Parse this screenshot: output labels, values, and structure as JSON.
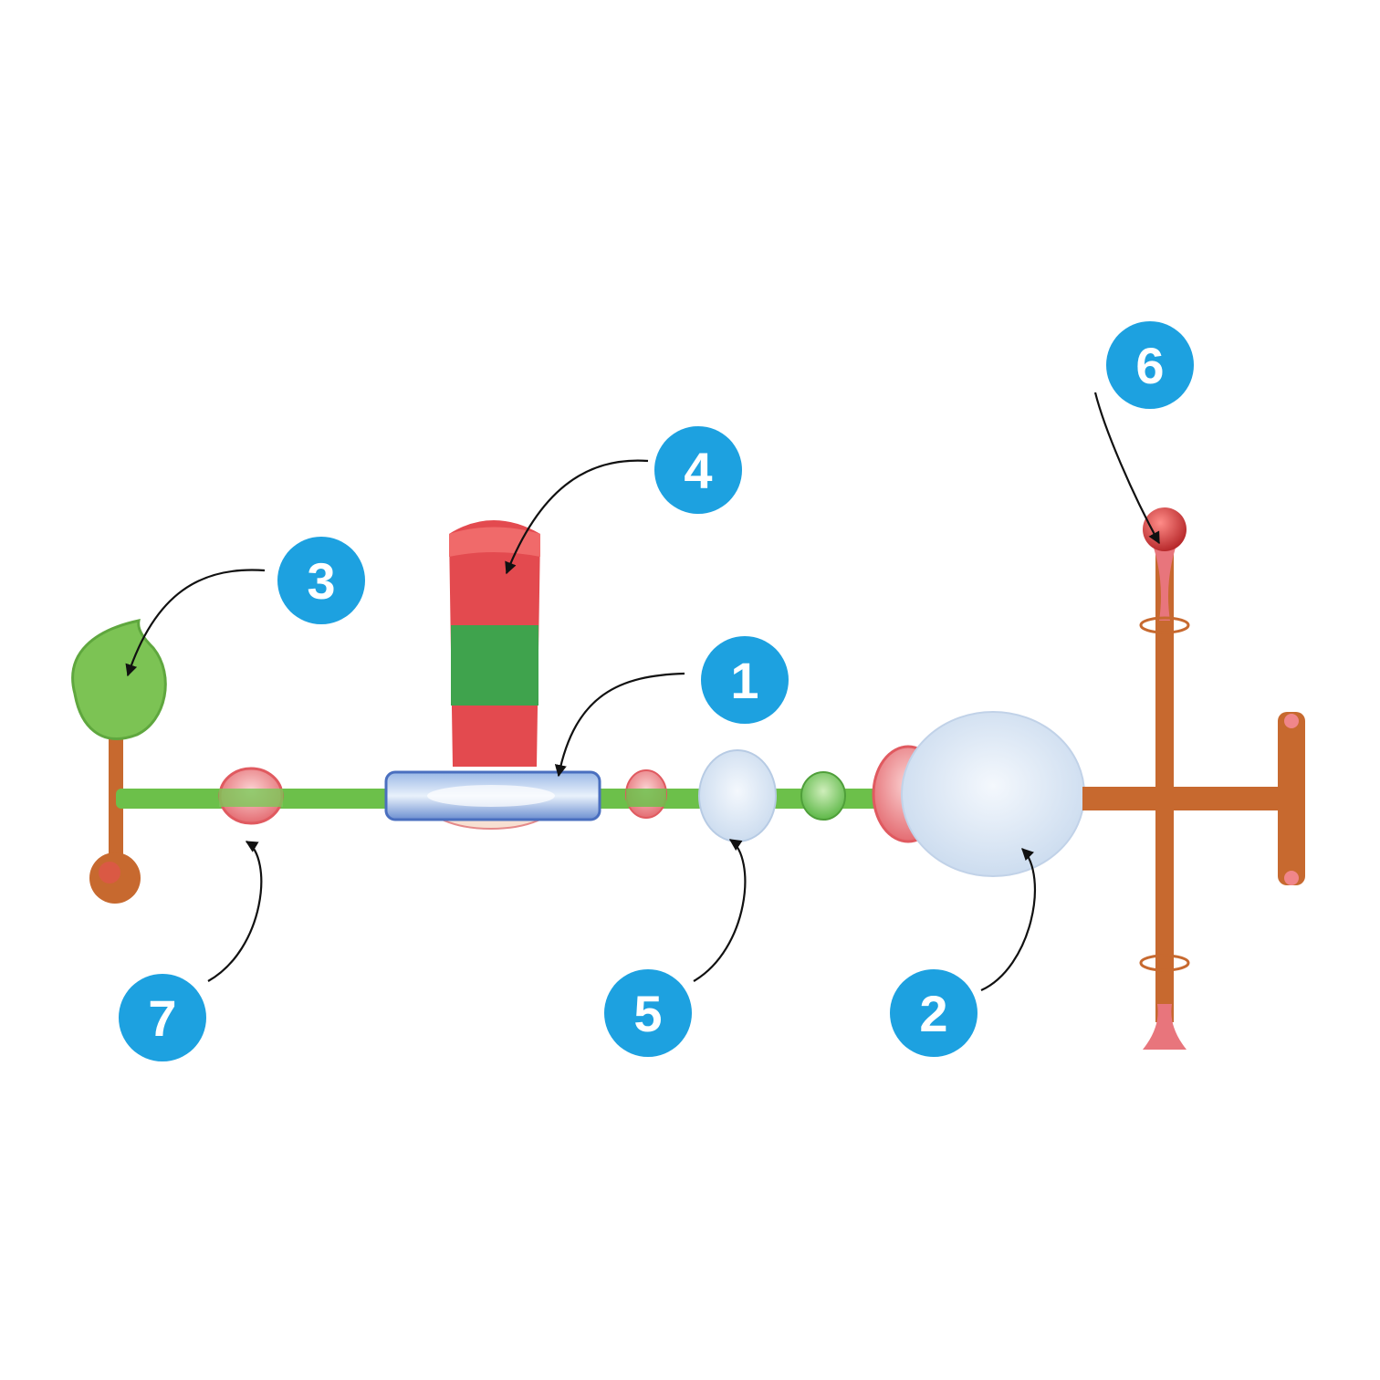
{
  "diagram": {
    "badges": [
      {
        "id": "1",
        "label": "1"
      },
      {
        "id": "2",
        "label": "2"
      },
      {
        "id": "3",
        "label": "3"
      },
      {
        "id": "4",
        "label": "4"
      },
      {
        "id": "5",
        "label": "5"
      },
      {
        "id": "6",
        "label": "6"
      },
      {
        "id": "7",
        "label": "7"
      }
    ],
    "colors": {
      "badge": "#1da1e0",
      "backbone": "#6cc04a",
      "branch": "#c7692f",
      "pink": "#e8757c",
      "red": "#e34a4f",
      "green": "#3fa34d",
      "leaf": "#7cc354",
      "pale_blue": "#dfeaf6",
      "arrow": "#111111"
    }
  }
}
